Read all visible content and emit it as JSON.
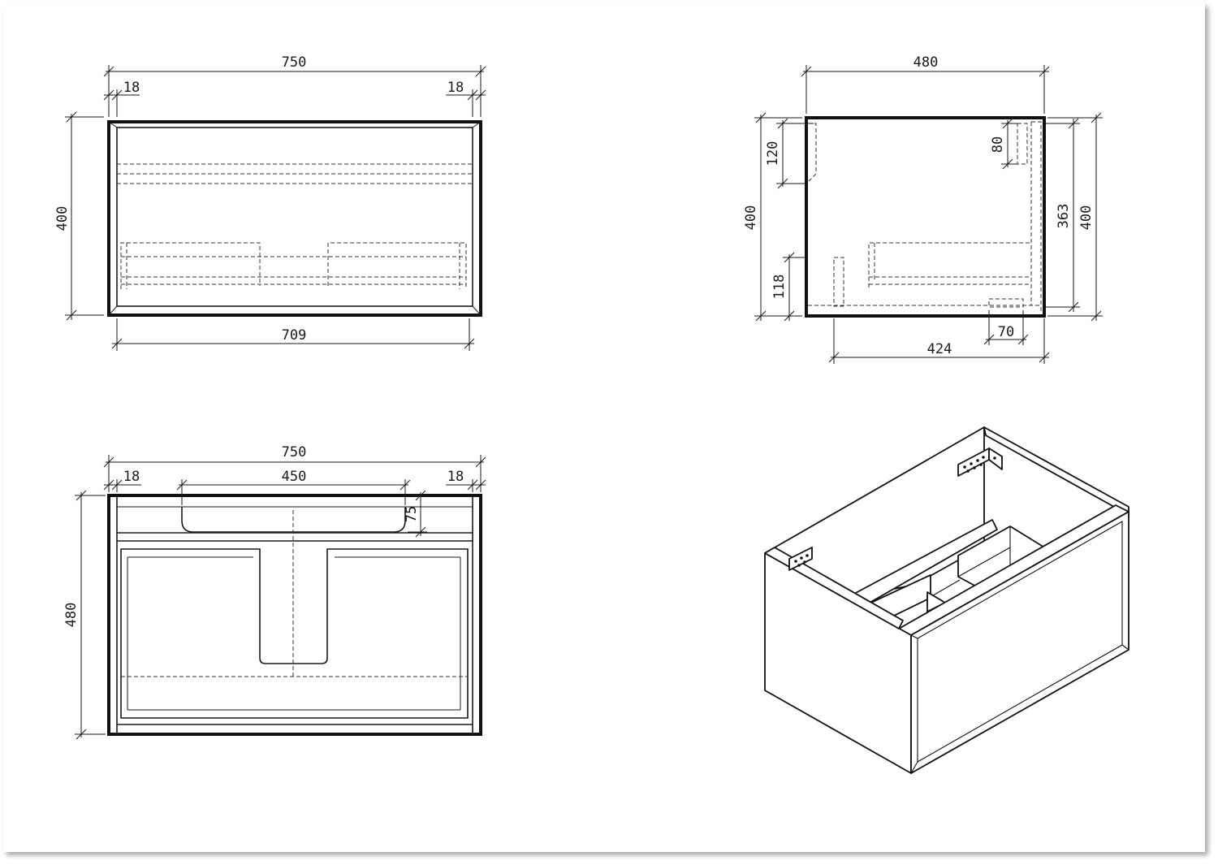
{
  "front_view": {
    "overall_width": "750",
    "left_side": "18",
    "right_side": "18",
    "height": "400",
    "inner_width": "709"
  },
  "side_view": {
    "depth": "480",
    "top_gap": "120",
    "overall_height": "400",
    "bottom_gap": "118",
    "bracket": "80",
    "inner_height": "363",
    "outer_height": "400",
    "foot": "70",
    "inner_depth": "424"
  },
  "top_view": {
    "overall_width": "750",
    "left_side": "18",
    "cutout_width": "450",
    "right_side": "18",
    "cutout_depth": "75",
    "depth": "480"
  }
}
